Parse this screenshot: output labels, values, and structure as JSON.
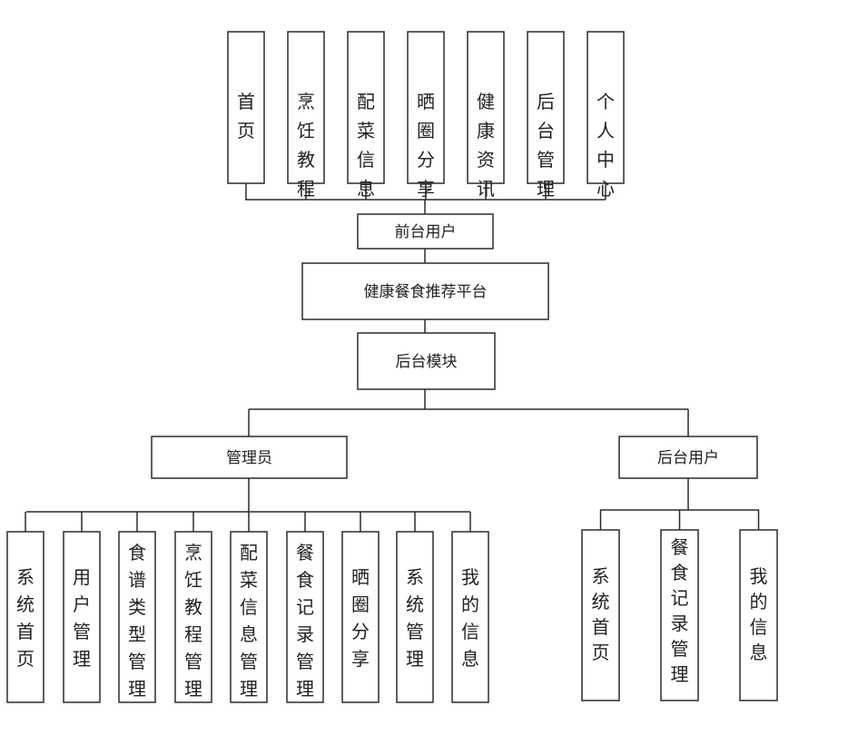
{
  "platform": "健康餐食推荐平台",
  "front": {
    "label": "前台用户",
    "items": [
      "首页",
      "烹饪教程",
      "配菜信息",
      "晒圈分享",
      "健康资讯",
      "后台管理",
      "个人中心"
    ]
  },
  "back": {
    "label": "后台模块",
    "admin": {
      "label": "管理员",
      "items": [
        "系统首页",
        "用户管理",
        "食谱类型管理",
        "烹饪教程管理",
        "配菜信息管理",
        "餐食记录管理",
        "晒圈分享",
        "系统管理",
        "我的信息"
      ]
    },
    "user": {
      "label": "后台用户",
      "items": [
        "系统首页",
        "餐食记录管理",
        "我的信息"
      ]
    }
  }
}
